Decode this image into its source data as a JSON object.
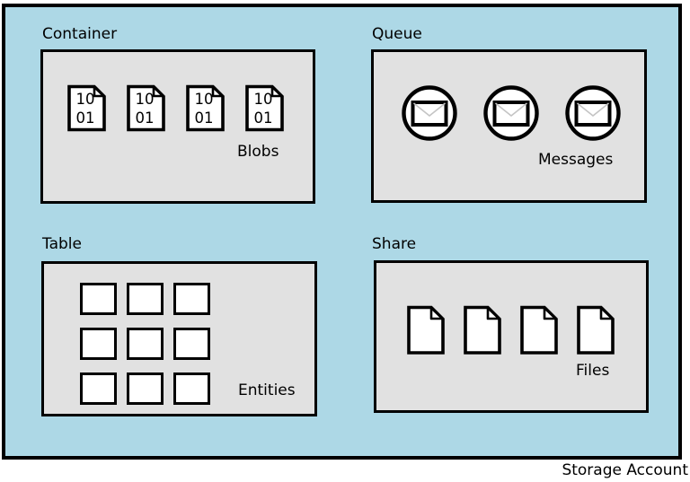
{
  "diagram": {
    "title": "Storage Account",
    "colors": {
      "background": "#ADD8E6",
      "section_fill": "#E1E1E1",
      "border": "#000000",
      "icon_fill": "#FFFFFF"
    },
    "blob_text": {
      "line1": "10",
      "line2": "01"
    },
    "groups": [
      {
        "id": "container",
        "label": "Container",
        "item_label": "Blobs",
        "icon": "binary-blob-file-icon",
        "count": 4
      },
      {
        "id": "queue",
        "label": "Queue",
        "item_label": "Messages",
        "icon": "envelope-message-icon",
        "count": 3
      },
      {
        "id": "table",
        "label": "Table",
        "item_label": "Entities",
        "icon": "entity-square-icon",
        "count": 9
      },
      {
        "id": "share",
        "label": "Share",
        "item_label": "Files",
        "icon": "document-file-icon",
        "count": 4
      }
    ]
  }
}
